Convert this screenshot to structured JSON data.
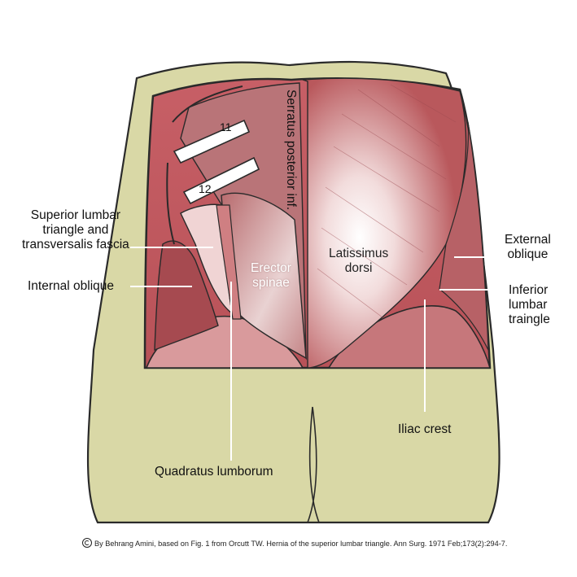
{
  "colors": {
    "skin": "#d9d8a6",
    "skin_outline": "#2a2a2a",
    "muscle": "#c97676",
    "muscle_dark": "#a94f53",
    "muscle_light": "#e6b2b2",
    "fascia": "#f4e4e4",
    "rib": "#ffffff",
    "leader_line": "#ffffff"
  },
  "labels": {
    "superior_lumbar": [
      "Superior lumbar",
      "triangle and",
      "transversalis fascia"
    ],
    "internal_oblique": "Internal oblique",
    "quadratus_lumborum": "Quadratus lumborum",
    "iliac_crest": "Iliac crest",
    "inferior_lumbar": [
      "Inferior",
      "lumbar",
      "traingle"
    ],
    "external_oblique": [
      "External",
      "oblique"
    ]
  },
  "muscle_labels": {
    "erector_spinae": [
      "Erector",
      "spinae"
    ],
    "latissimus_dorsi": [
      "Latissimus",
      "dorsi"
    ],
    "serratus_posterior_inf": "Serratus posterior inf."
  },
  "rib_numbers": {
    "rib_11": "11",
    "rib_12": "12"
  },
  "credit": "By Behrang Amini, based on Fig. 1 from Orcutt TW. Hernia of the superior lumbar triangle. Ann Surg. 1971 Feb;173(2):294-7."
}
